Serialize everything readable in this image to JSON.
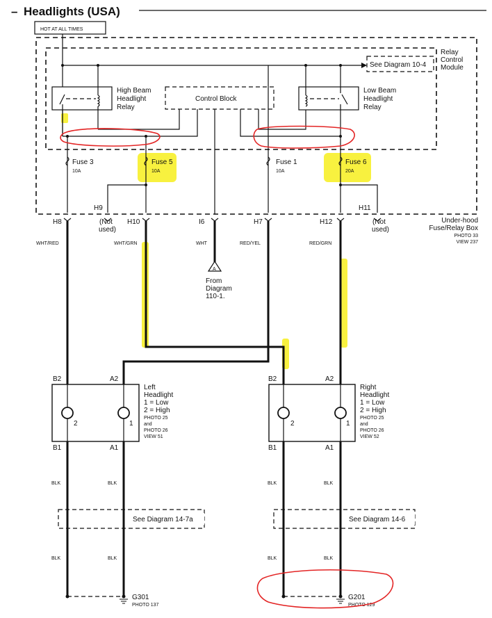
{
  "title": "Headlights (USA)",
  "hot_at_all_times": "HOT AT ALL TIMES",
  "see_diagram_top": "See  Diagram  10-4",
  "relay_control_module": [
    "Relay",
    "Control",
    "Module"
  ],
  "high_beam_relay": [
    "High Beam",
    "Headlight",
    "Relay"
  ],
  "control_block": "Control Block",
  "low_beam_relay": [
    "Low Beam",
    "Headlight",
    "Relay"
  ],
  "fuses": [
    {
      "name": "Fuse 3",
      "rating": "10A"
    },
    {
      "name": "Fuse 5",
      "rating": "10A"
    },
    {
      "name": "Fuse 1",
      "rating": "10A"
    },
    {
      "name": "Fuse 6",
      "rating": "20A"
    }
  ],
  "connectors": {
    "h9": "H9",
    "h11": "H11",
    "h8": "H8",
    "h10": "H10",
    "i6": "I6",
    "h7": "H7",
    "h12": "H12"
  },
  "not_used": [
    "(Not",
    "used)"
  ],
  "fuse_box": [
    "Under-hood",
    "Fuse/Relay Box",
    "PHOTO 33",
    "VIEW 237"
  ],
  "wires": {
    "h8": "WHT/RED",
    "h10": "WHT/GRN",
    "i6": "WHT",
    "h7": "RED/YEL",
    "h12": "RED/GRN"
  },
  "from_diagram": [
    "From",
    "Diagram",
    "110-1."
  ],
  "arrow_letter": "A",
  "pins": {
    "b2": "B2",
    "a2": "A2",
    "b1": "B1",
    "a1": "A1"
  },
  "left_headlight": [
    "Left",
    "Headlight",
    "1 = Low",
    "2 = High",
    "PHOTO 25",
    "and",
    "PHOTO 26",
    "VIEW 51"
  ],
  "right_headlight": [
    "Right",
    "Headlight",
    "1 = Low",
    "2 = High",
    "PHOTO 25",
    "and",
    "PHOTO 26",
    "VIEW 52"
  ],
  "filament_numbers": {
    "one": "1",
    "two": "2"
  },
  "blk": "BLK",
  "see_diagram_left": "See Diagram 14-7a",
  "see_diagram_right": "See Diagram 14-6",
  "ground_left": [
    "G301",
    "PHOTO 137"
  ],
  "ground_right": [
    "G201",
    "PHOTO 129"
  ]
}
